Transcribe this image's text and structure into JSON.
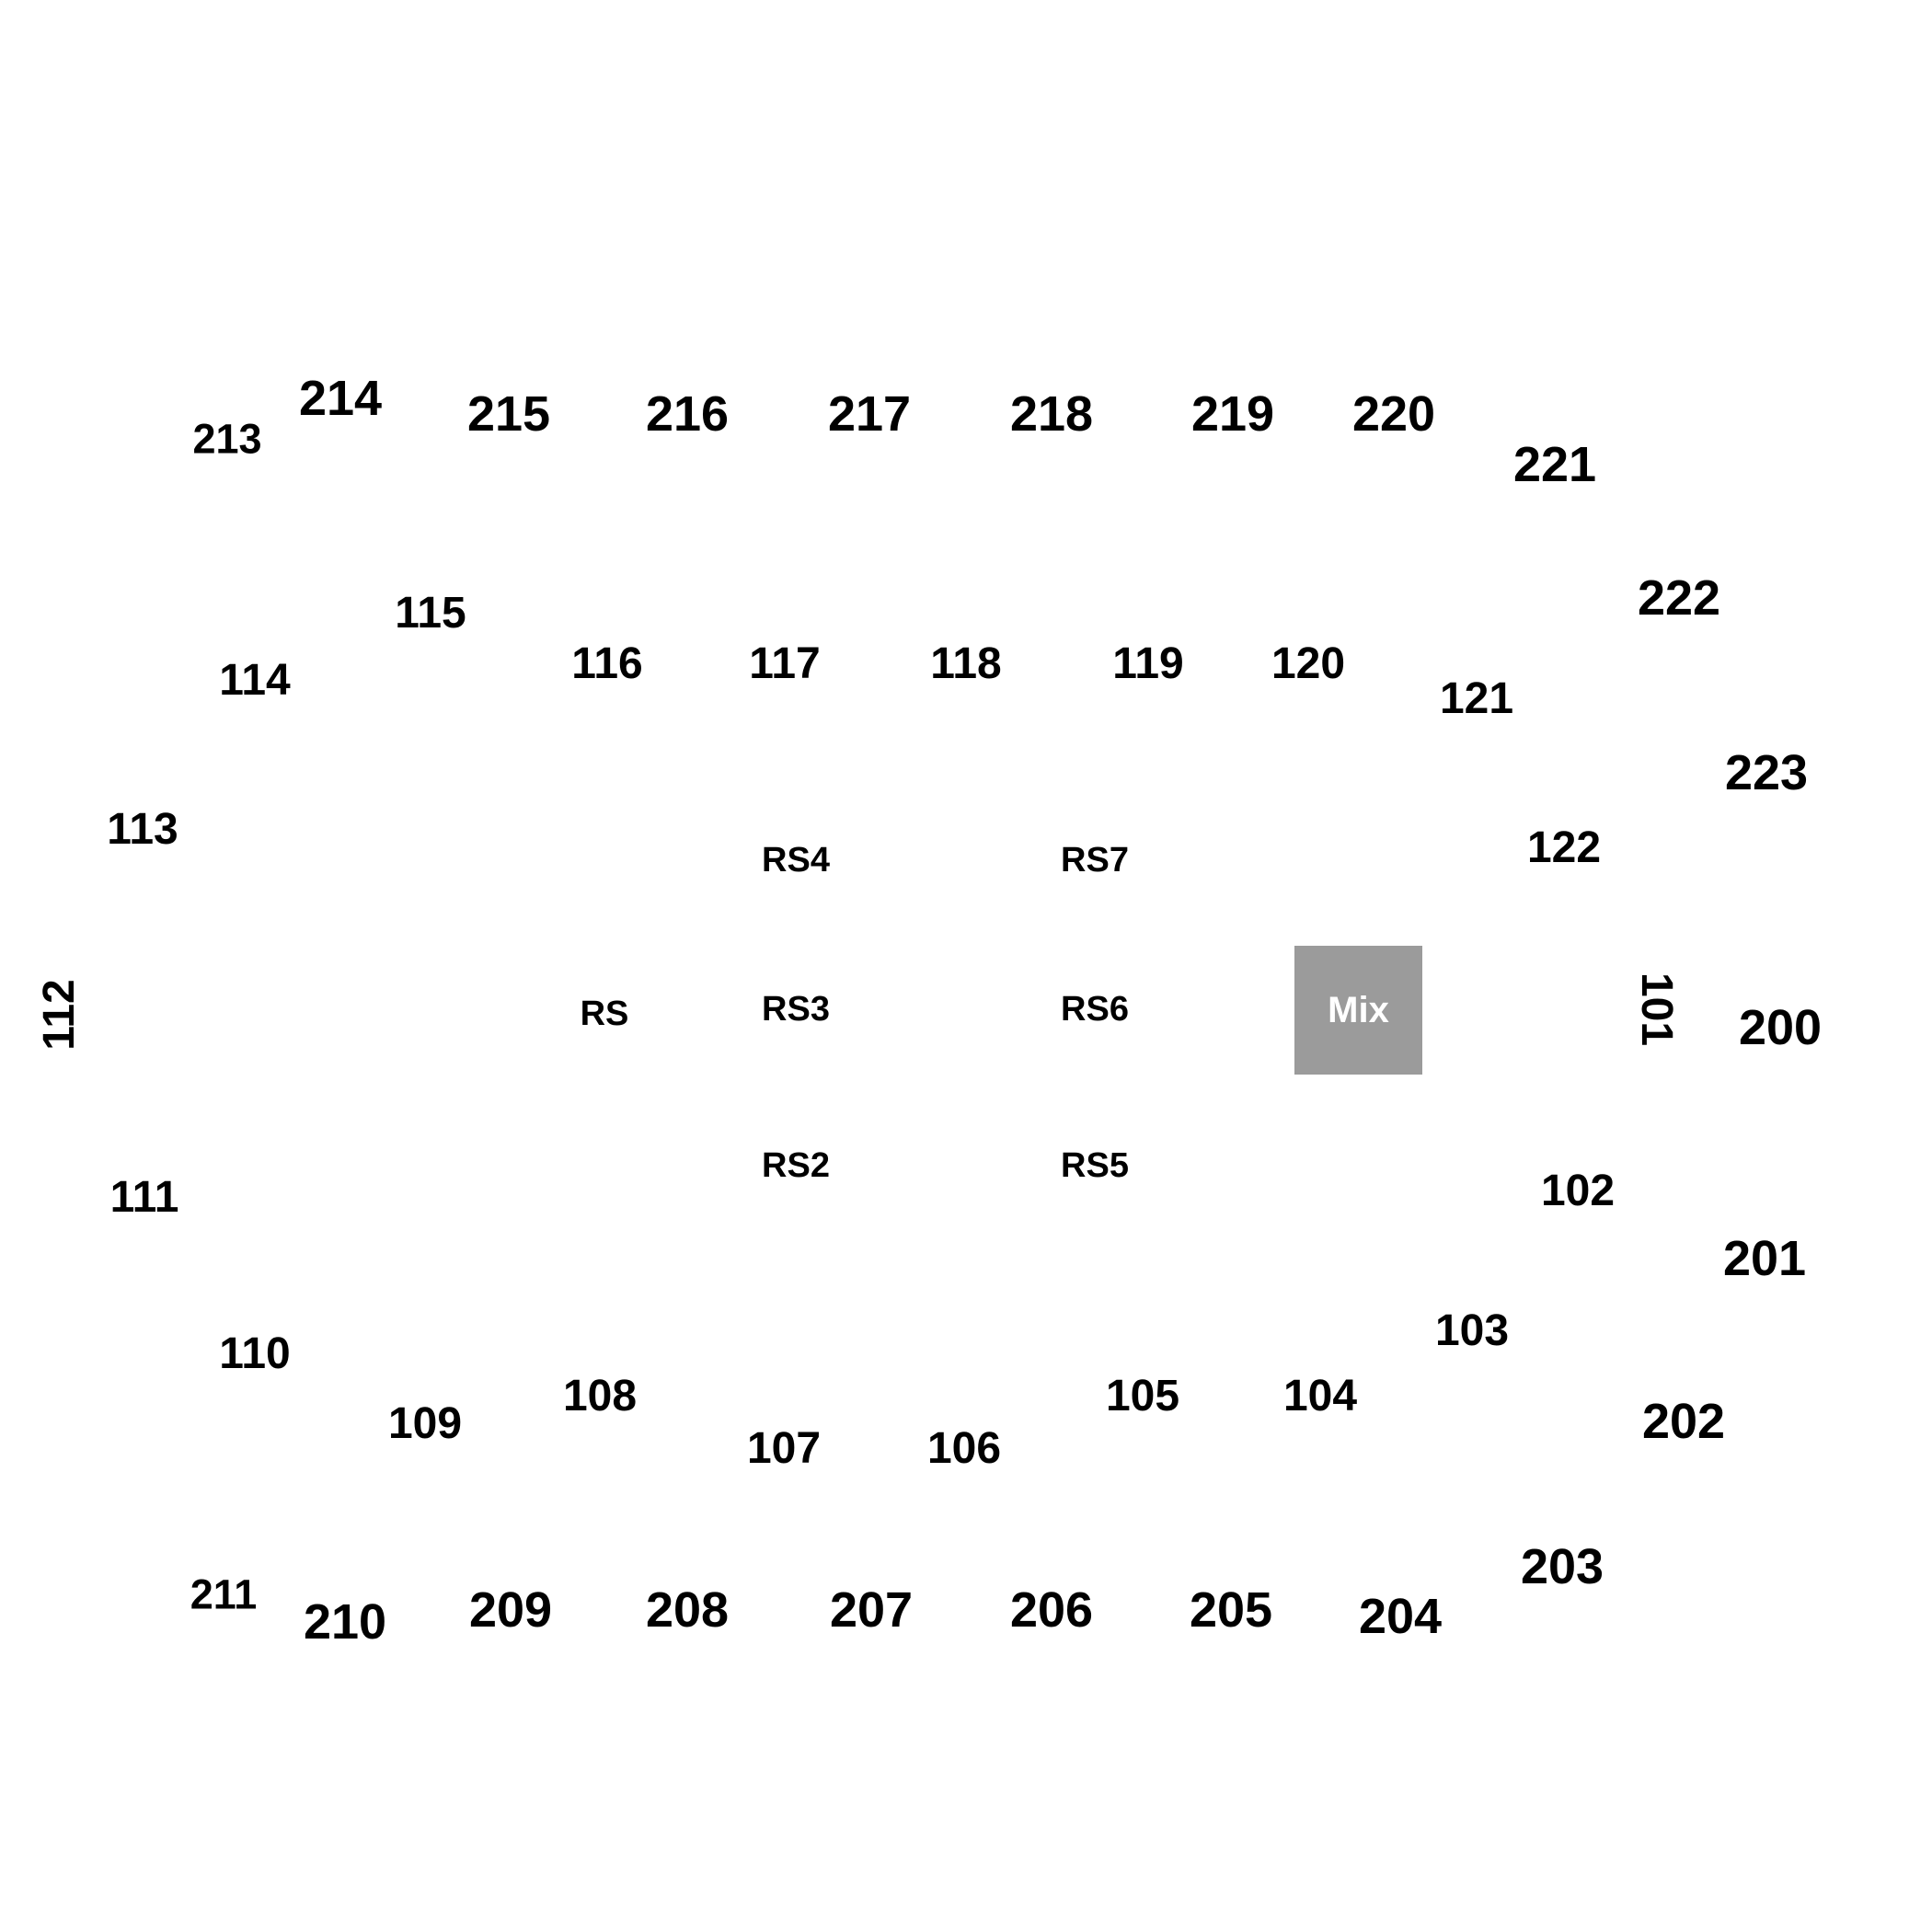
{
  "colors": {
    "background": "#ffffff",
    "section_label": "#000000",
    "mix_fill": "#9b9b9b",
    "mix_text": "#ffffff"
  },
  "sections": {
    "upper_top": [
      "213",
      "214",
      "215",
      "216",
      "217",
      "218",
      "219",
      "220",
      "221",
      "222",
      "223"
    ],
    "lower_ring_top": [
      "114",
      "115",
      "116",
      "117",
      "118",
      "119",
      "120",
      "121",
      "122"
    ],
    "lower_ring_side_left": [
      "113",
      "112",
      "111"
    ],
    "lower_ring_side_right": [
      "101"
    ],
    "upper_right": [
      "200",
      "201",
      "202",
      "203"
    ],
    "lower_ring_bottom": [
      "110",
      "109",
      "108",
      "107",
      "106",
      "105",
      "104",
      "103",
      "102"
    ],
    "upper_bottom": [
      "211",
      "210",
      "209",
      "208",
      "207",
      "206",
      "205",
      "204"
    ]
  },
  "floor": {
    "rs_sections": [
      "RS",
      "RS2",
      "RS3",
      "RS4",
      "RS5",
      "RS6",
      "RS7"
    ],
    "mix_label": "Mix"
  }
}
